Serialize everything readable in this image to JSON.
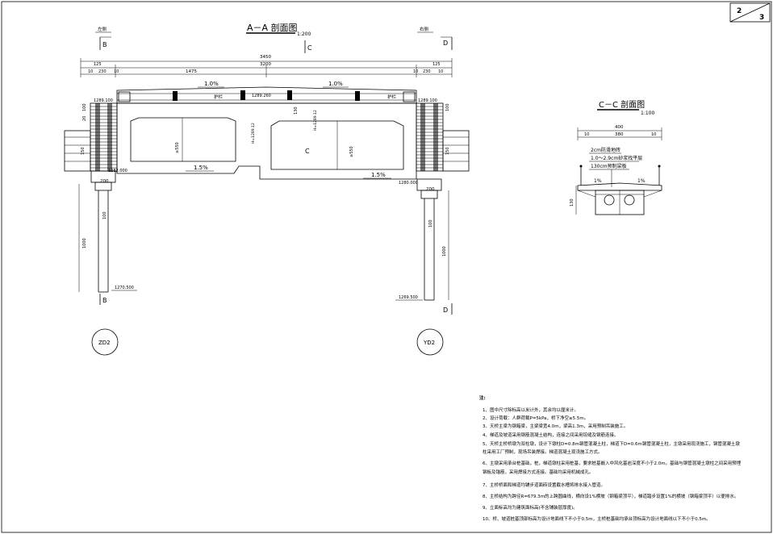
{
  "sheet": {
    "current": "2",
    "total": "3"
  },
  "section_aa": {
    "title": "A－A 剖面图",
    "scale": "1:200",
    "left_side": "左侧",
    "right_side": "右侧",
    "cut_b": "B",
    "cut_d": "D",
    "cut_c": "C",
    "dim_total": "3450",
    "dim_deck": "3200",
    "dim_left_125": "125",
    "dim_right_125": "125",
    "dim_10a": "10",
    "dim_230a": "230",
    "dim_10b": "10",
    "dim_1475": "1475",
    "dim_10c": "10",
    "dim_230b": "230",
    "dim_10d": "10",
    "slope_left_top": "1.0%",
    "slope_right_top": "1.0%",
    "slope_left_bottom": "1.5%",
    "slope_right_bottom": "1.5%",
    "elev_left_top": "1289.100",
    "elev_center_top": "1289.260",
    "elev_right_top": "1289.100",
    "elev_left_bottom": "1282.000",
    "elev_right_bottom": "1280.000",
    "elev_left_pile": "1270.500",
    "elev_right_pile": "1269.500",
    "label_railing_left": "护栏",
    "label_railing_right": "护栏",
    "dim_130": "130",
    "dim_550a": "≥550",
    "dim_550b": "≥550",
    "dim_200a": "200",
    "dim_200b": "200",
    "dim_150": "150",
    "dim_100a": "100",
    "dim_100b": "100",
    "dim_1000a": "1000",
    "dim_1000b": "1000",
    "dim_20": "20",
    "dim_100c": "100",
    "dim_100d": "100",
    "dim_150r": "150",
    "vert_text_a": "H=1289.12",
    "vert_text_b": "H=1289.12",
    "pier_left": "ZD2",
    "pier_right": "YD2"
  },
  "section_cc": {
    "title": "C－C 剖面图",
    "scale": "1:100",
    "dim_400": "400",
    "dim_10a": "10",
    "dim_380": "380",
    "dim_10b": "10",
    "layer1": "2cm防滑地砖",
    "layer2": "1.0～2.9cm砂浆找平层",
    "layer3": "130cm预制梁板",
    "slope_left": "1%",
    "slope_right": "1%",
    "dim_130": "130"
  },
  "notes": {
    "heading": "注:",
    "items": [
      "1、图中尺寸除标高以米计外，其余均以厘米计。",
      "2、设计荷载：人群荷载P=5kPa，桥下净空≥5.5m。",
      "3、天桥主梁为钢箱梁，主梁梁宽4.0m，梁高1.3m，采用预制吊装施工。",
      "4、梯道及坡道采用钢筋混凝土结构，连接之间采用铰缝及钢筋连接。",
      "5、天桥主桥桥墩为双柱墩，设计下墩柱D=0.8m钢管混凝土柱，梯道下D=0.6m钢管混凝土柱，主墩采用现浇施工，钢管混凝土墩",
      "   柱采用工厂预制，现场吊装焊接。梯道混凝土现浇施工方式。",
      "6、主墩采用承台桩基础，桩，梯道墩柱采用桩基，要求桩基嵌入中风化基岩深度不小于2.0m。基础与钢管混凝土墩柱之间采用预埋",
      "   钢板及锚筋，采用焊接方式连接。基础均采用机械成孔。",
      "7、主桥桥面和梯道均铺步道面砖设置截水槽将排水接入管道。",
      "8、主桥结构为跨径R=679.3m的上跨圆曲线，横向设1%横坡（钢箱梁顶平），梯道踏步设置1%的横坡（钢箱梁顶平）以便排水。",
      "9、立面标高均为建筑面标高(不含铺装层厚度)。",
      "10、桥、坡道桩基顶部标高为设计地面线下不小于0.5m，主桥桩基础均承台顶标高为设计地面线以下不小于0.5m。"
    ]
  }
}
